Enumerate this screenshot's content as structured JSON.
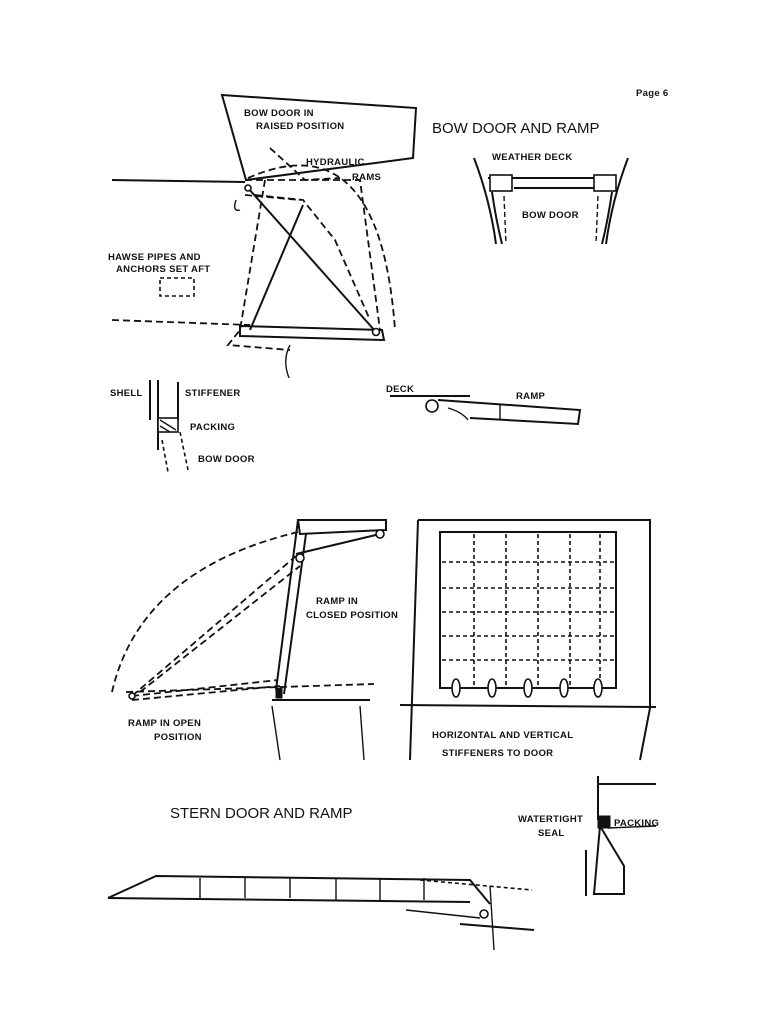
{
  "page_label": "Page 6",
  "bow": {
    "title": "BOW DOOR AND RAMP",
    "door_raised": [
      "BOW DOOR IN",
      "RAISED POSITION"
    ],
    "hydraulic_rams": [
      "HYDRAULIC",
      "RAMS"
    ],
    "hawse_pipes": [
      "HAWSE PIPES AND",
      "ANCHORS SET AFT"
    ],
    "weather_deck": "WEATHER DECK",
    "bow_door": "BOW DOOR"
  },
  "seal_detail": {
    "shell": "SHELL",
    "stiffener": "STIFFENER",
    "packing": "PACKING",
    "bow_door": "BOW DOOR"
  },
  "ramp_detail": {
    "deck": "DECK",
    "ramp": "RAMP"
  },
  "stern_ramp": {
    "closed": [
      "RAMP IN",
      "CLOSED POSITION"
    ],
    "open": [
      "RAMP IN OPEN",
      "POSITION"
    ]
  },
  "door_stiffeners": [
    "HORIZONTAL AND VERTICAL",
    "STIFFENERS TO DOOR"
  ],
  "stern": {
    "title": "STERN DOOR AND RAMP",
    "watertight_seal": [
      "WATERTIGHT",
      "SEAL"
    ],
    "packing": "PACKING"
  }
}
